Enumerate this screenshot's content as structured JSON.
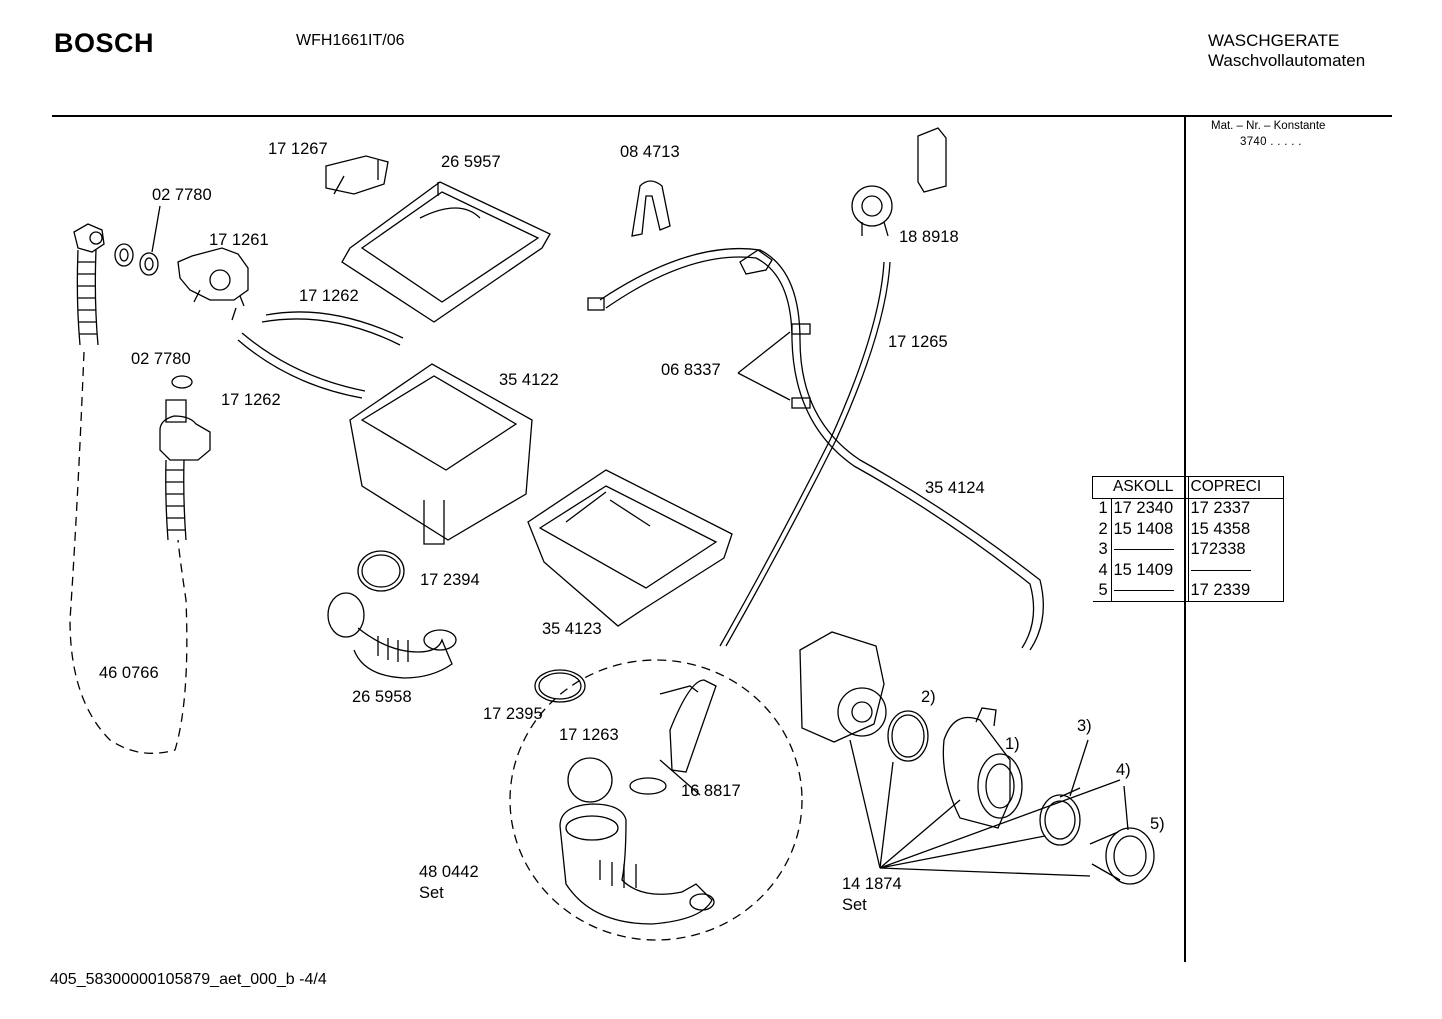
{
  "header": {
    "brand": "BOSCH",
    "model": "WFH1661IT/06",
    "category_line1": "WASCHGERATE",
    "category_line2": "Waschvollautomaten"
  },
  "info": {
    "mat_label": "Mat. – Nr. – Konstante",
    "mat_value": "3740 .  .  .  .  ."
  },
  "parts": {
    "p171267": "17 1267",
    "p265957": "26 5957",
    "p084713": "08 4713",
    "p027780a": "02 7780",
    "p171261": "17 1261",
    "p188918": "18 8918",
    "p171262a": "17 1262",
    "p027780b": "02 7780",
    "p171262b": "17 1262",
    "p354122": "35 4122",
    "p068337": "06 8337",
    "p171265": "17 1265",
    "p354124": "35 4124",
    "p172394": "17 2394",
    "p354123": "35 4123",
    "p460766": "46 0766",
    "p265958": "26 5958",
    "p172395": "17 2395",
    "p171263": "17 1263",
    "p168817": "16 8817",
    "p480442": "48 0442",
    "p480442_set": "Set",
    "p141874": "14 1874",
    "p141874_set": "Set",
    "ref1": "1)",
    "ref2": "2)",
    "ref3": "3)",
    "ref4": "4)",
    "ref5": "5)"
  },
  "table": {
    "headers": [
      "ASKOLL",
      "COPRECI"
    ],
    "rows": [
      {
        "idx": "1",
        "askoll": "17 2340",
        "copreci": "17 2337"
      },
      {
        "idx": "2",
        "askoll": "15 1408",
        "copreci": "15 4358"
      },
      {
        "idx": "3",
        "askoll": "",
        "copreci": "172338"
      },
      {
        "idx": "4",
        "askoll": "15 1409",
        "copreci": ""
      },
      {
        "idx": "5",
        "askoll": "",
        "copreci": "17 2339"
      }
    ]
  },
  "footer": {
    "doc_id": "405_58300000105879_aet_000_b  -4/4"
  }
}
